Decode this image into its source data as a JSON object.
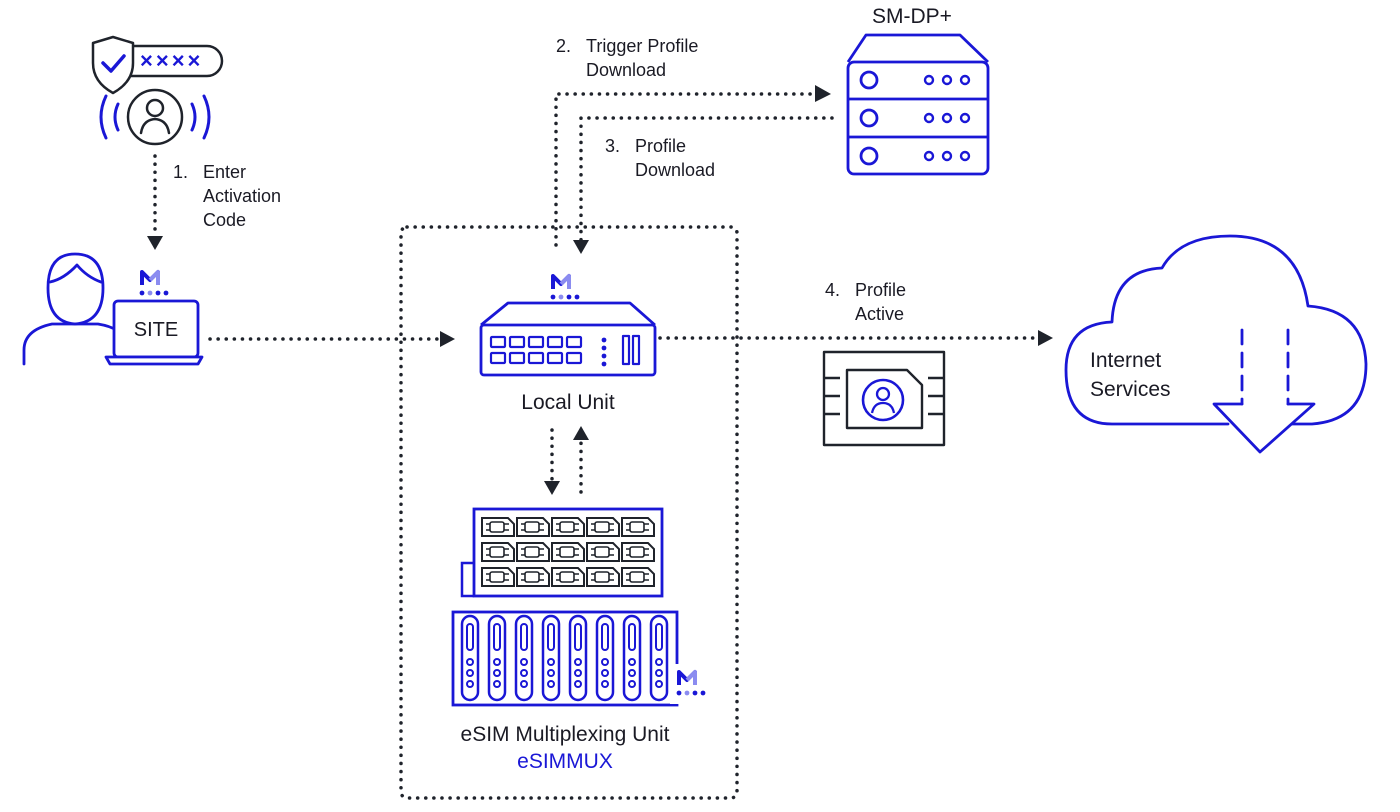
{
  "colors": {
    "primary": "#1a17d6",
    "accent_light": "#8b8cf0",
    "connector": "#1f232b",
    "text": "#1a1a24"
  },
  "nodes": {
    "sm_dp": {
      "title": "SM-DP+",
      "icon": "server-rack-icon"
    },
    "user_top": {
      "icon": "shield-check-password-user-icon",
      "password_mask": "××××"
    },
    "site": {
      "label": "SITE",
      "icon": "person-with-laptop-icon"
    },
    "local_unit": {
      "label": "Local Unit",
      "icon": "network-switch-icon"
    },
    "esim_mux": {
      "label": "eSIM Multiplexing Unit",
      "sublabel": "eSIMMUX",
      "icon": "sim-card-rack-icon"
    },
    "internet": {
      "label_line1": "Internet",
      "label_line2": "Services",
      "icon": "cloud-download-icon"
    },
    "esim_card": {
      "icon": "esim-profile-card-icon"
    }
  },
  "steps": [
    {
      "number": "1.",
      "line1": "Enter",
      "line2": "Activation",
      "line3": "Code"
    },
    {
      "number": "2.",
      "line1": "Trigger Profile",
      "line2": "Download"
    },
    {
      "number": "3.",
      "line1": "Profile",
      "line2": "Download"
    },
    {
      "number": "4.",
      "line1": "Profile",
      "line2": "Active"
    }
  ]
}
